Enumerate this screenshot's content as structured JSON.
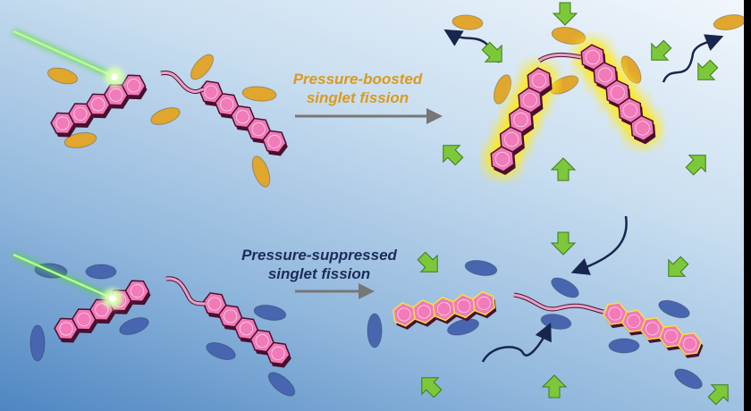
{
  "labels": {
    "boosted_line1": "Pressure-boosted",
    "boosted_line2": "singlet fission",
    "suppressed_line1": "Pressure-suppressed",
    "suppressed_line2": "singlet fission"
  },
  "colors": {
    "acene_fill": "#f27ab8",
    "acene_stroke": "#4a0f2e",
    "solvent_boosted": "#e0a62e",
    "solvent_suppressed": "#4866b0",
    "pressure_arrow": "#7cc83a",
    "motion_arrow": "#16264e",
    "laser": "#4fd82a",
    "glow": "#ffe81a",
    "process_arrow": "#777777"
  }
}
